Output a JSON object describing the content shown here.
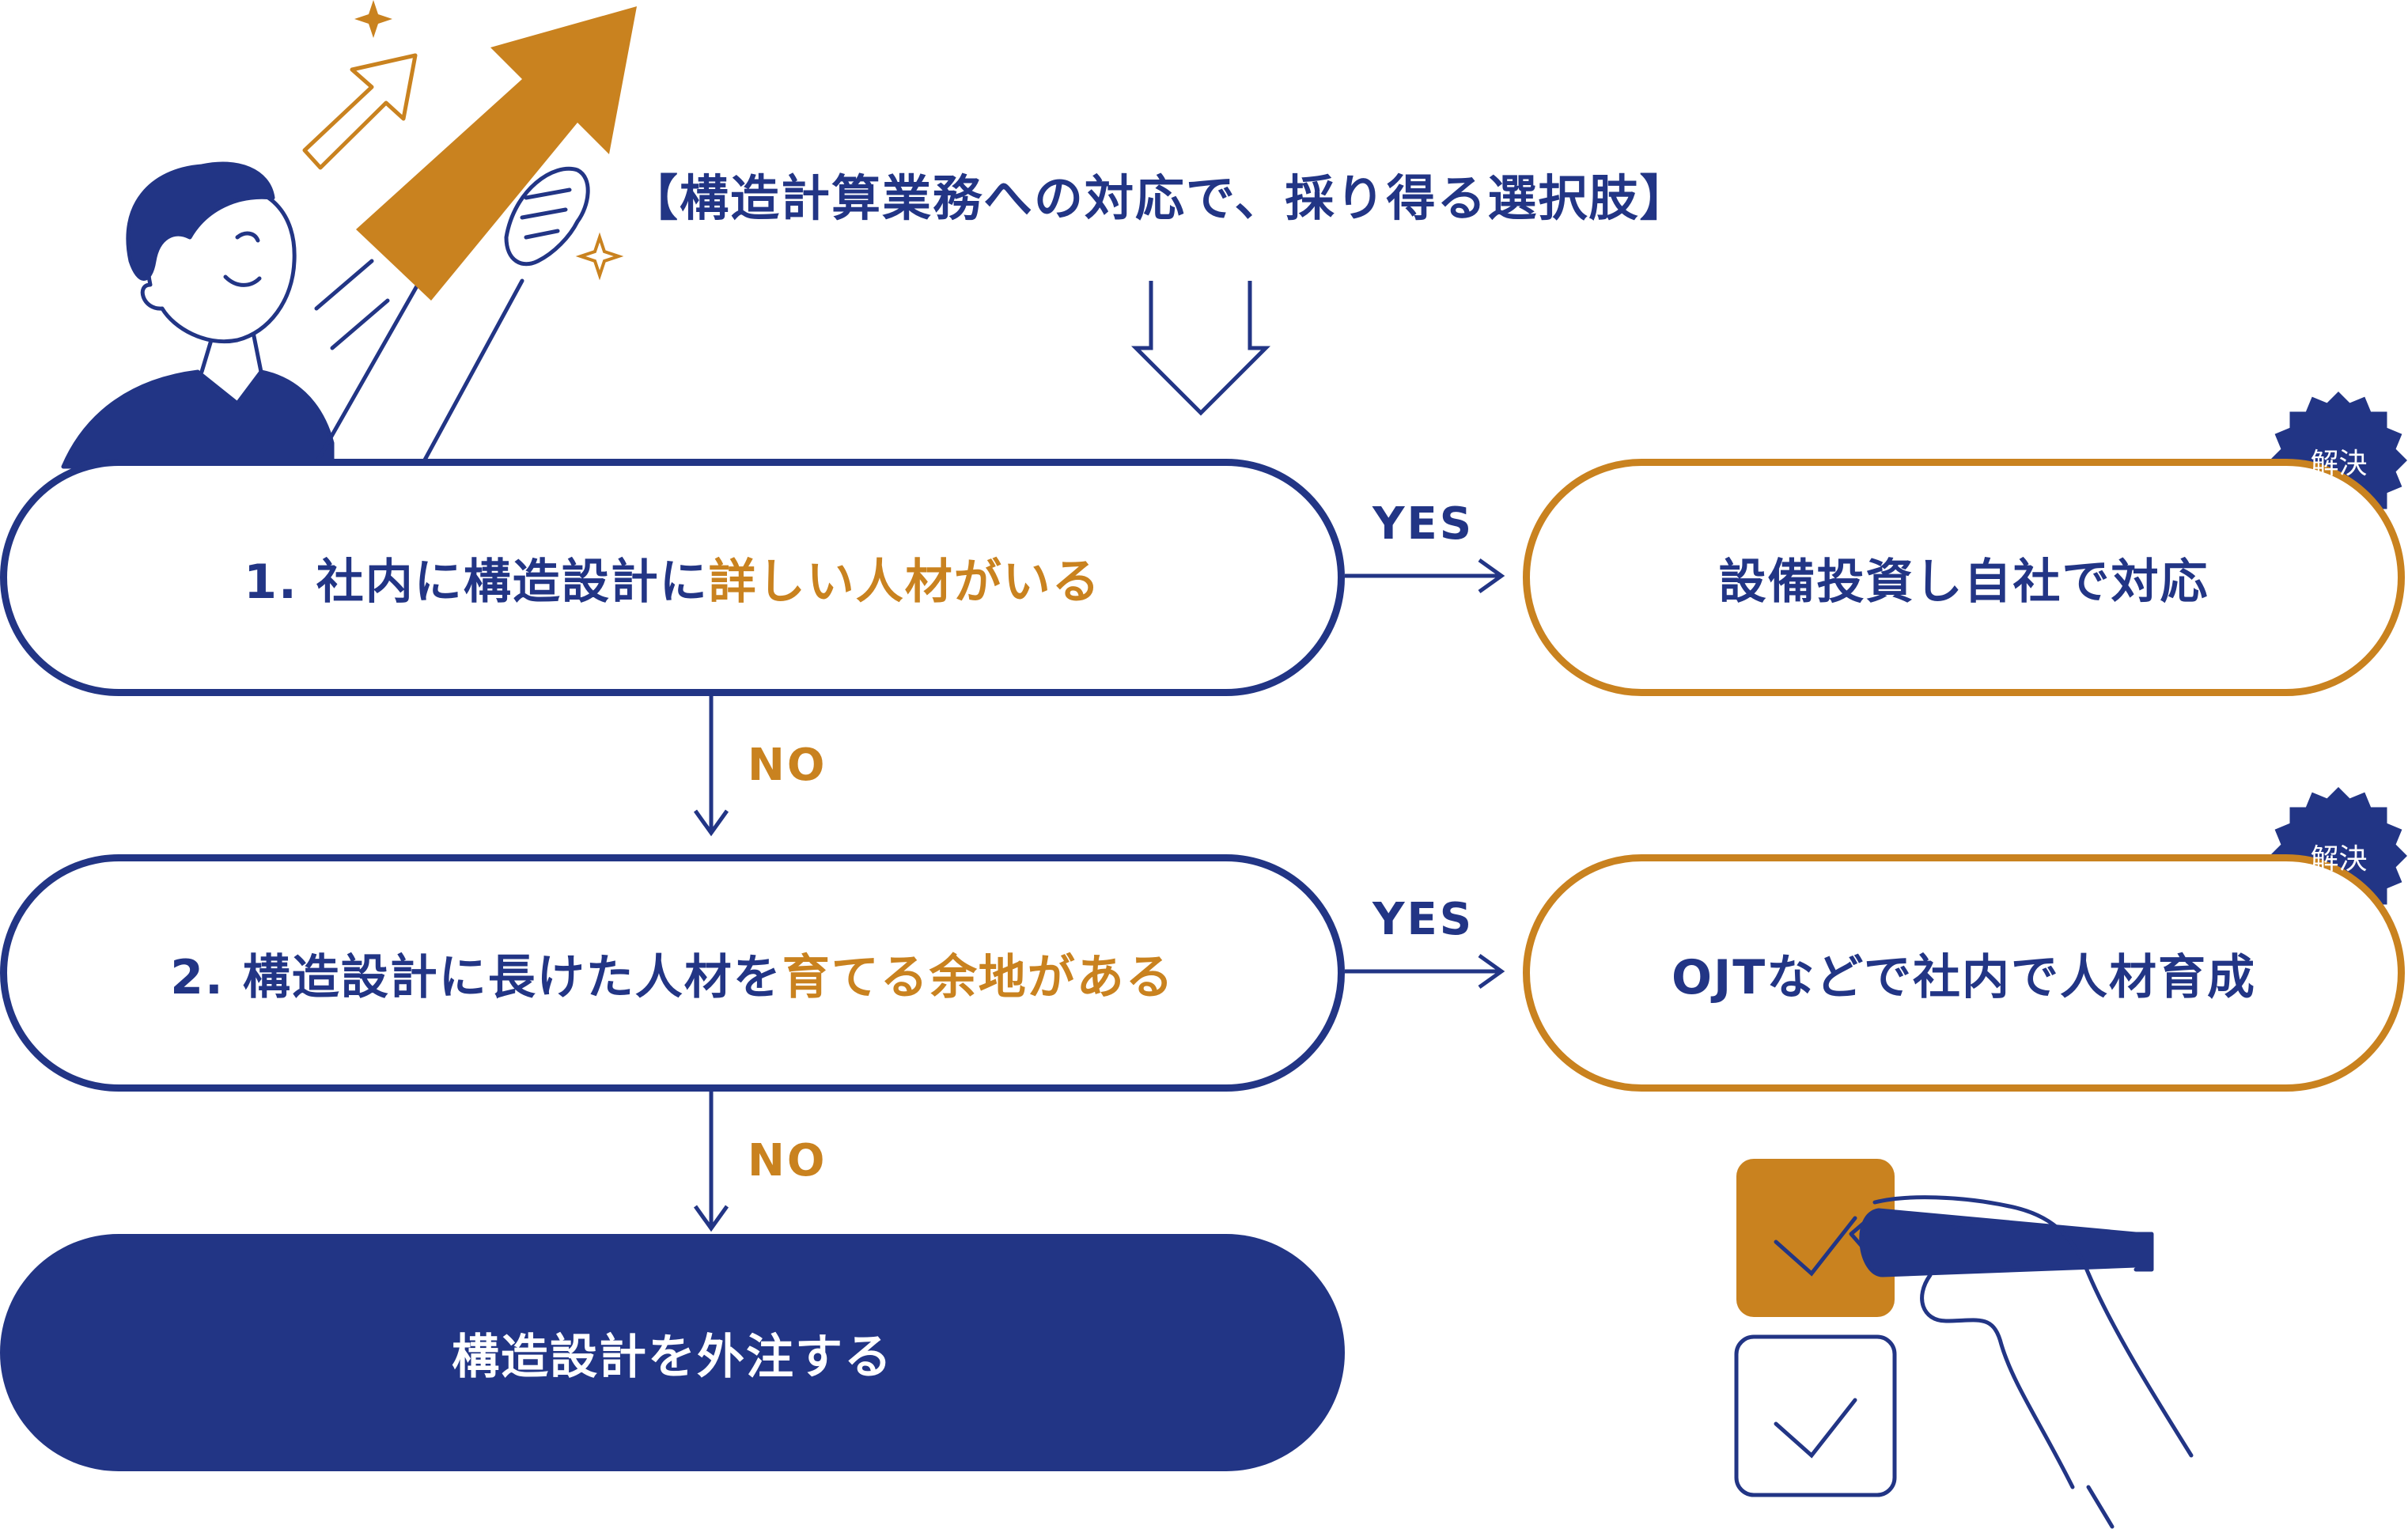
{
  "title": "【構造計算業務への対応で、採り得る選択肢】",
  "q1": {
    "prefix": "1. 社内に構造設計に",
    "highlight": "詳しい人材がいる"
  },
  "q2": {
    "prefix": "2. 構造設計に長けた人材を",
    "highlight": "育てる余地がある"
  },
  "answer1": "設備投資し自社で対応",
  "answer2": "OJTなどで社内で人材育成",
  "final": "構造設計を外注する",
  "yes_label": "YES",
  "no_label": "NO",
  "badge_label": "解決",
  "colors": {
    "navy": "#223585",
    "orange": "#c9821f",
    "white": "#ffffff"
  }
}
